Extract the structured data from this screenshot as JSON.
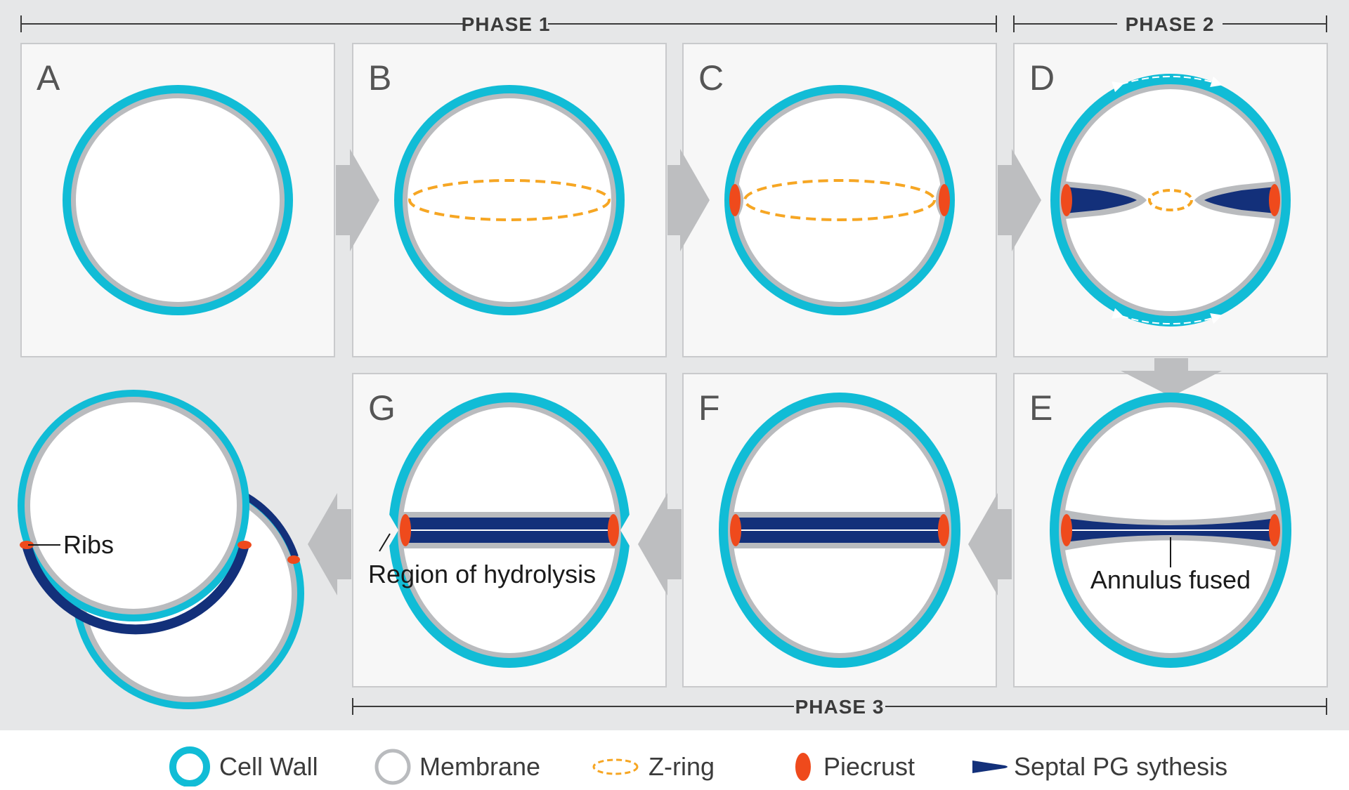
{
  "phases": {
    "phase1": "PHASE 1",
    "phase2": "PHASE 2",
    "phase3": "PHASE 3"
  },
  "panels": {
    "a": "A",
    "b": "B",
    "c": "C",
    "d": "D",
    "e": "E",
    "f": "F",
    "g": "G"
  },
  "annotations": {
    "ribs": "Ribs",
    "region_of_hydrolysis": "Region of hydrolysis",
    "annulus_fused": "Annulus fused"
  },
  "legend": {
    "cell_wall": "Cell Wall",
    "membrane": "Membrane",
    "z_ring": "Z-ring",
    "piecrust": "Piecrust",
    "septal_pg": "Septal PG sythesis"
  },
  "colors": {
    "cell_wall": "#11bcd6",
    "membrane": "#b9bbbe",
    "z_ring": "#f6a623",
    "piecrust": "#ef4a1c",
    "septal_pg": "#13307a",
    "background": "#e6e7e8",
    "panel": "#f7f7f7",
    "arrow": "#bdbec0"
  }
}
